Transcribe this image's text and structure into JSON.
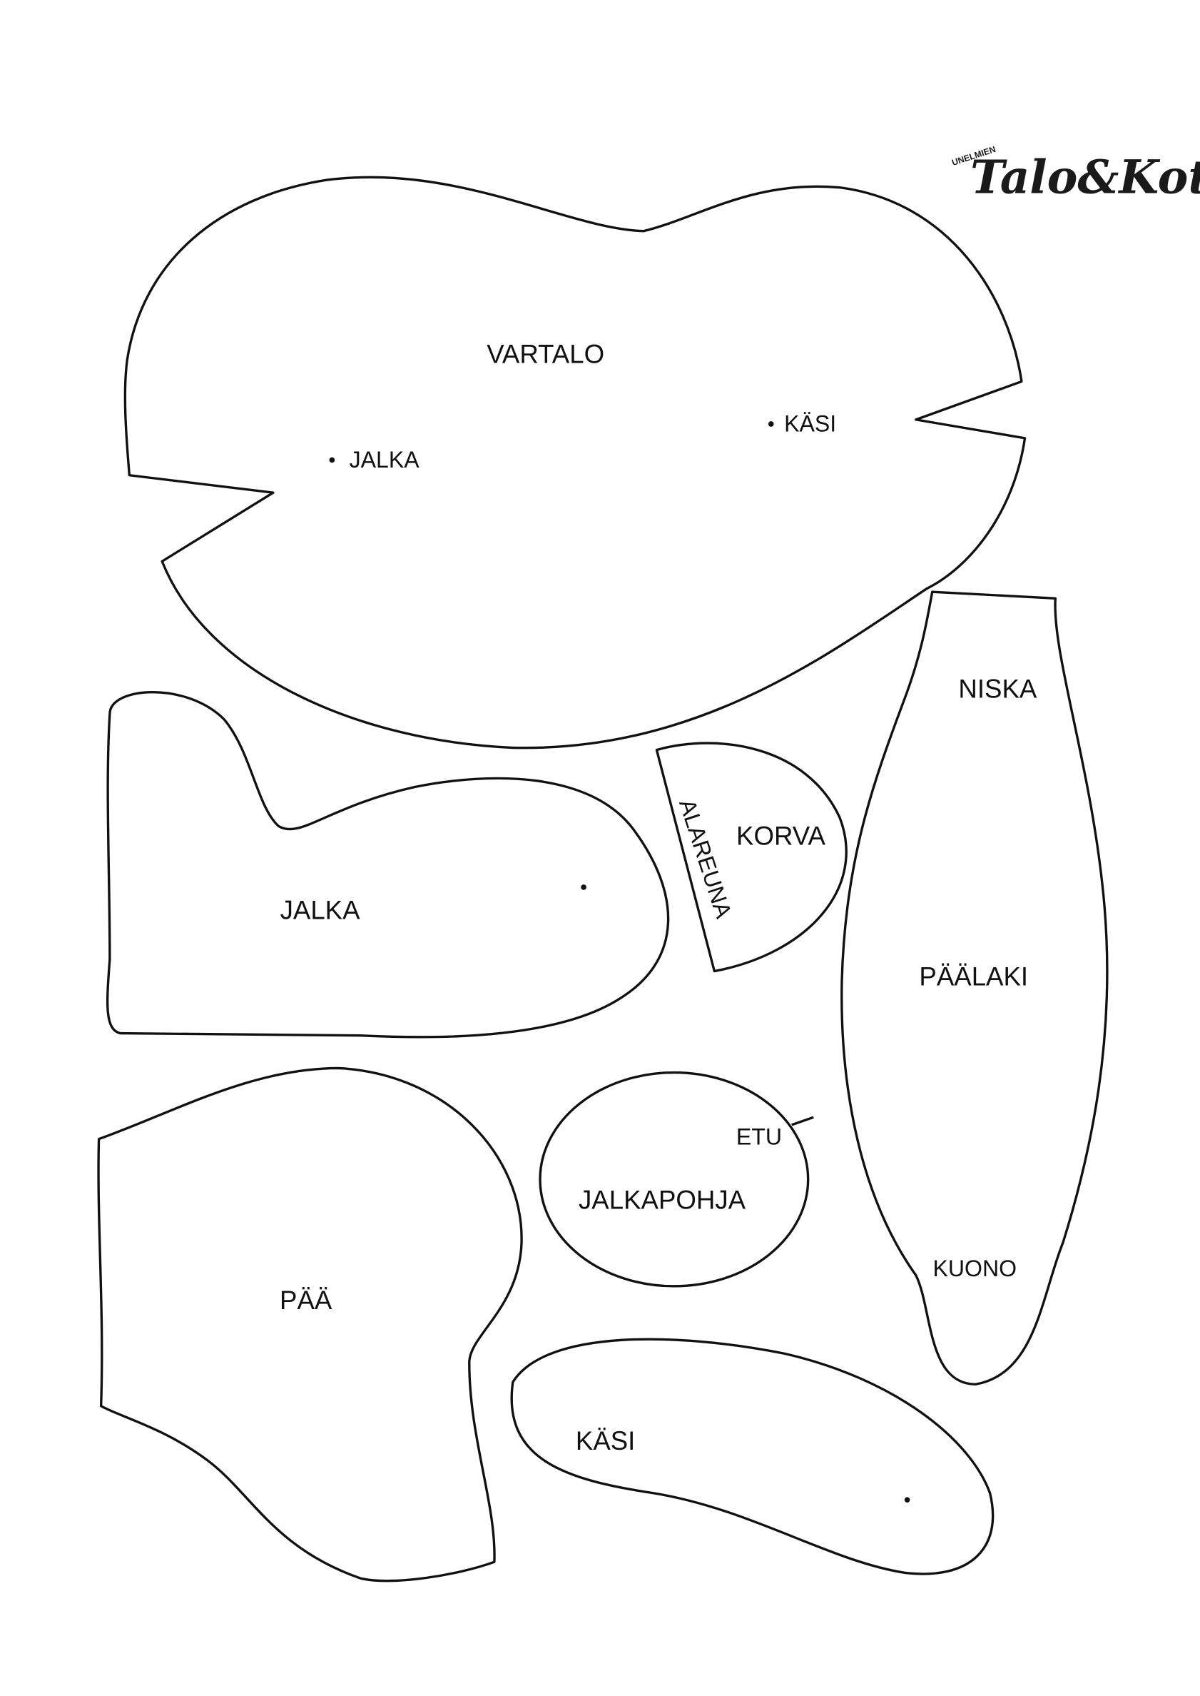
{
  "logo": {
    "prefix": "UNELMIEN",
    "name": "Talo&Koti"
  },
  "pieces": {
    "vartalo": {
      "label": "VARTALO",
      "mark_jalka": "JALKA",
      "mark_kasi": "KÄSI"
    },
    "jalka": {
      "label": "JALKA"
    },
    "korva": {
      "label": "KORVA",
      "edge": "ALAREUNA"
    },
    "paalaki": {
      "label_top": "NISKA",
      "label": "PÄÄLAKI",
      "label_bottom": "KUONO"
    },
    "jalkapohja": {
      "label": "JALKAPOHJA",
      "front": "ETU"
    },
    "paa": {
      "label": "PÄÄ"
    },
    "kasi": {
      "label": "KÄSI"
    }
  }
}
